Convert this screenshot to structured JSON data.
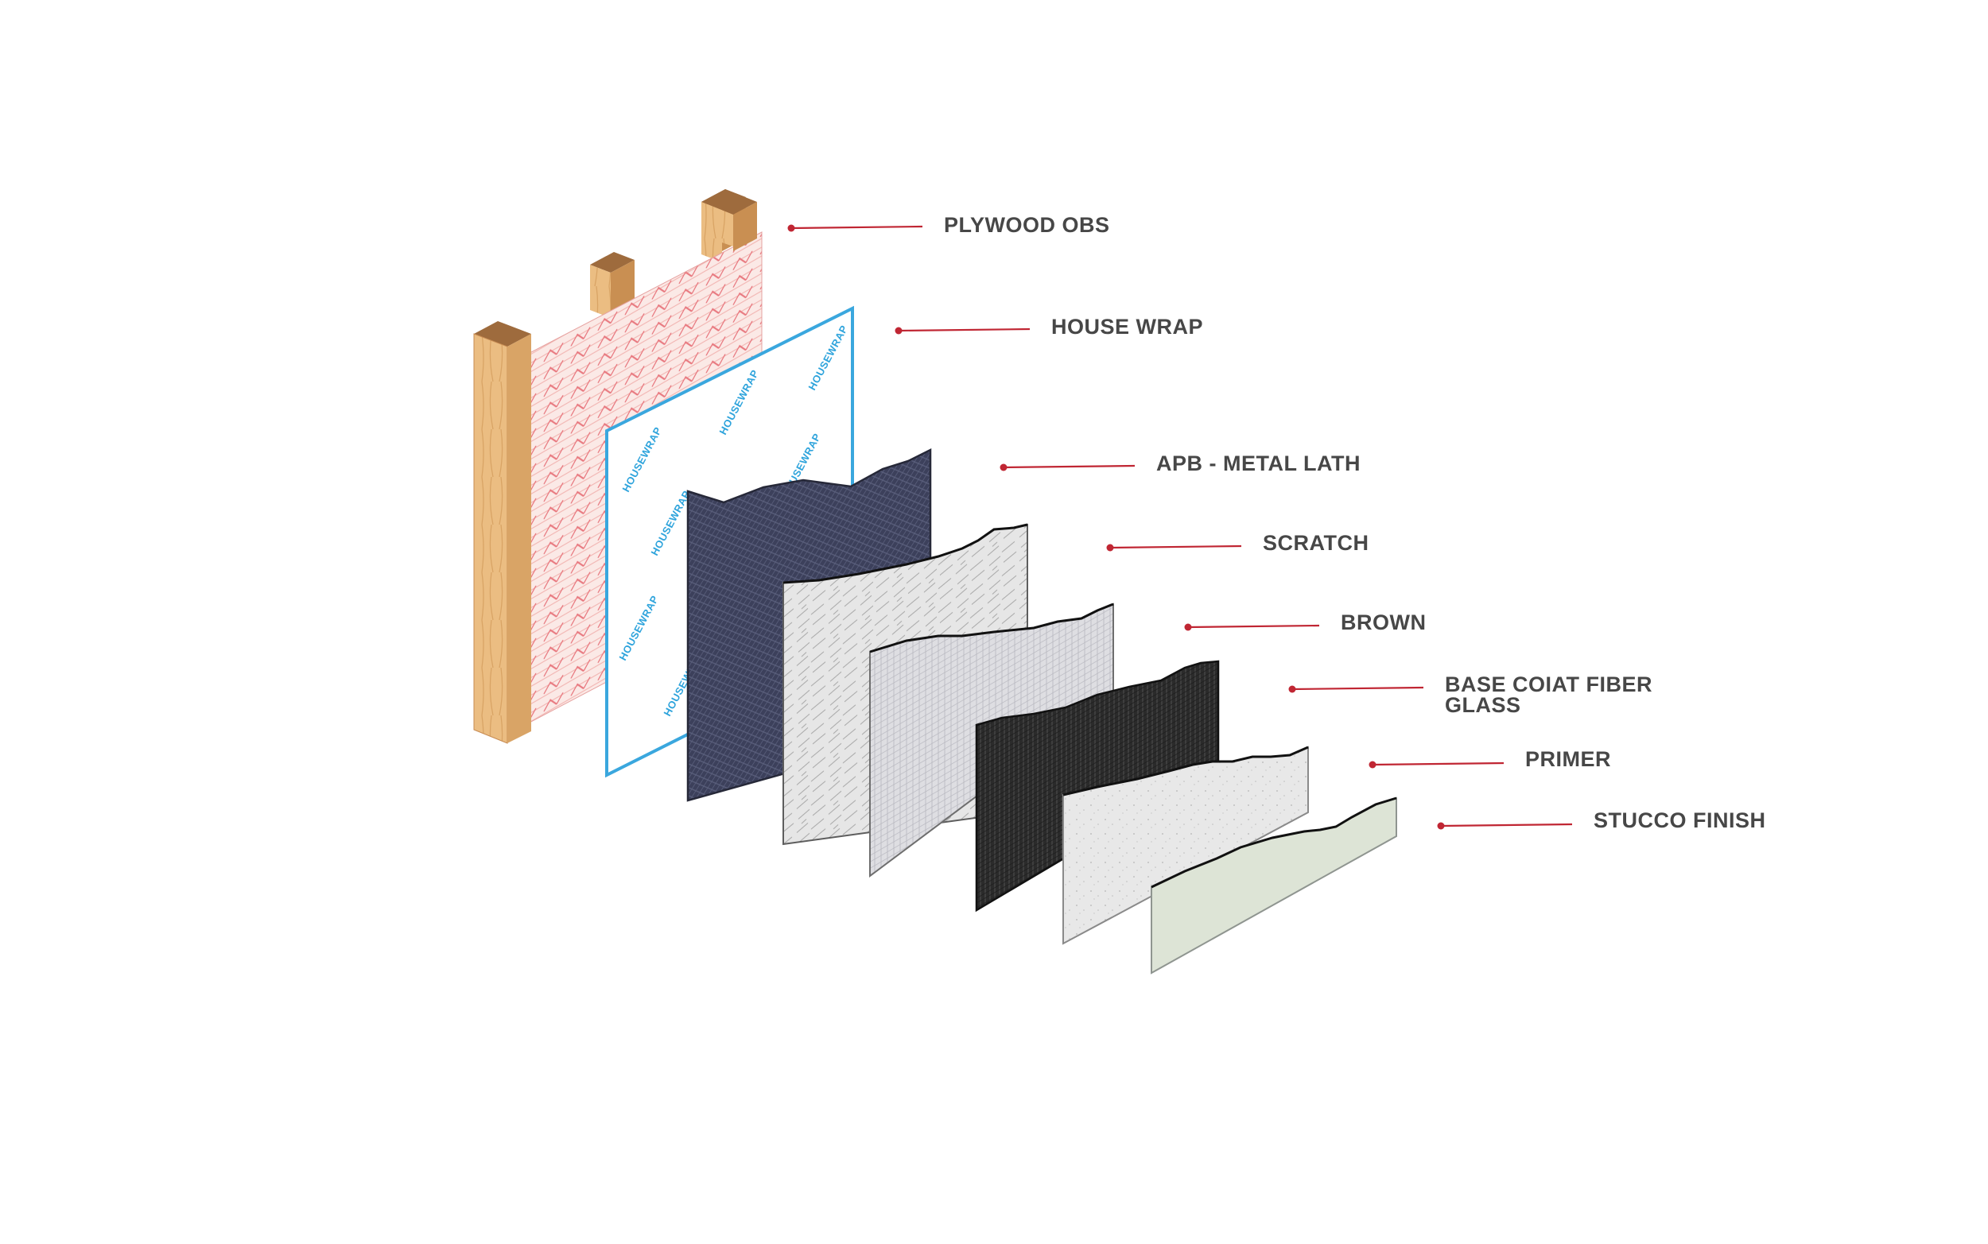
{
  "diagram": {
    "layers": [
      {
        "id": "plywood",
        "label": "PLYWOOD OBS"
      },
      {
        "id": "housewrap",
        "label": "HOUSE WRAP"
      },
      {
        "id": "lath",
        "label": "APB - METAL LATH"
      },
      {
        "id": "scratch",
        "label": "SCRATCH"
      },
      {
        "id": "brown",
        "label": "BROWN"
      },
      {
        "id": "basecoat",
        "label_line1": "BASE COIAT FIBER",
        "label_line2": "GLASS"
      },
      {
        "id": "primer",
        "label": "PRIMER"
      },
      {
        "id": "stucco",
        "label": "STUCCO FINISH"
      }
    ],
    "housewrap_print": "HOUSEWRAP",
    "colors": {
      "leader": "#c02633",
      "label_text": "#474747",
      "wood": "#e9b97c",
      "wood_top": "#9e6b3d",
      "plywood_pattern": "#e8777e",
      "housewrap_border": "#3aa7de",
      "lath": "#3b3f59",
      "scratch": "#e3e3e3",
      "brown": "#dcdcde",
      "basecoat": "#2a2a2a",
      "primer": "#e6e6e6",
      "stucco": "#dce3d4"
    }
  }
}
